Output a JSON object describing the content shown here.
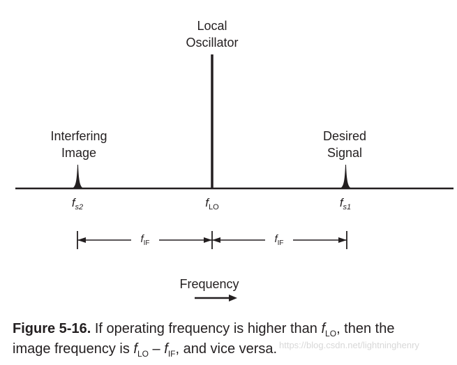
{
  "labels": {
    "local_oscillator_line1": "Local",
    "local_oscillator_line2": "Oscillator",
    "interfering_line1": "Interfering",
    "interfering_line2": "Image",
    "desired_line1": "Desired",
    "desired_line2": "Signal",
    "axis_label": "Frequency"
  },
  "freq_labels": {
    "fs2": {
      "symbol": "f",
      "sub": "s2"
    },
    "flo": {
      "symbol": "f",
      "sub": "LO"
    },
    "fs1": {
      "symbol": "f",
      "sub": "s1"
    }
  },
  "spacing_labels": {
    "left": {
      "symbol": "f",
      "sub": "IF"
    },
    "right": {
      "symbol": "f",
      "sub": "IF"
    }
  },
  "caption": {
    "figure_number": "Figure 5-16.",
    "line1_text_a": " If operating frequency is higher than ",
    "line1_sym": "f",
    "line1_sub": "LO",
    "line1_text_b": ", then the",
    "line2_text_a": "image frequency is ",
    "line2_sym1": "f",
    "line2_sub1": "LO",
    "line2_dash": " – ",
    "line2_sym2": "f",
    "line2_sub2": "IF",
    "line2_text_b": ", and vice versa."
  },
  "watermark": "https://blog.csdn.net/lightninghenry",
  "colors": {
    "ink": "#231f20",
    "background": "#ffffff"
  }
}
